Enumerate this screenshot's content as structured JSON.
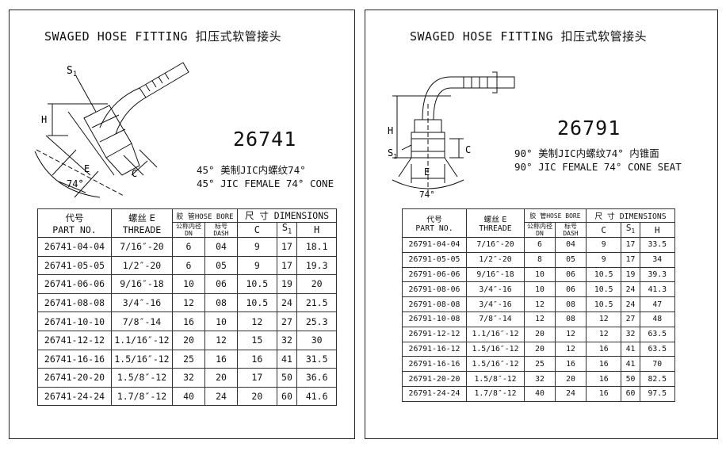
{
  "left": {
    "header": "SWAGED HOSE FITTING  扣压式软管接头",
    "code": "26741",
    "desc_cn": "45° 美制JIC内螺纹74°",
    "desc_en": "45° JIC FEMALE 74° CONE",
    "labels": {
      "s1": "S",
      "s1_sub": "1",
      "h": "H",
      "e": "E",
      "c": "C",
      "angle": "74°"
    },
    "columns": {
      "part_cn": "代号",
      "part_en": "PART NO.",
      "thread_cn": "螺丝 E",
      "thread_en": "THREADE",
      "bore": "胶 管HOSE BORE",
      "dn_cn": "公称内径",
      "dn_en": "DN",
      "dash_cn": "标号",
      "dash_en": "DASH",
      "dims": "尺 寸 DIMENSIONS",
      "c": "C",
      "s": "S",
      "s_sub": "1",
      "h": "H"
    },
    "rows": [
      [
        "26741-04-04",
        "7/16″-20",
        "6",
        "04",
        "9",
        "17",
        "18.1"
      ],
      [
        "26741-05-05",
        "1/2″-20",
        "6",
        "05",
        "9",
        "17",
        "19.3"
      ],
      [
        "26741-06-06",
        "9/16″-18",
        "10",
        "06",
        "10.5",
        "19",
        "20"
      ],
      [
        "26741-08-08",
        "3/4″-16",
        "12",
        "08",
        "10.5",
        "24",
        "21.5"
      ],
      [
        "26741-10-10",
        "7/8″-14",
        "16",
        "10",
        "12",
        "27",
        "25.3"
      ],
      [
        "26741-12-12",
        "1.1/16″-12",
        "20",
        "12",
        "15",
        "32",
        "30"
      ],
      [
        "26741-16-16",
        "1.5/16″-12",
        "25",
        "16",
        "16",
        "41",
        "31.5"
      ],
      [
        "26741-20-20",
        "1.5/8″-12",
        "32",
        "20",
        "17",
        "50",
        "36.6"
      ],
      [
        "26741-24-24",
        "1.7/8″-12",
        "40",
        "24",
        "20",
        "60",
        "41.6"
      ]
    ]
  },
  "right": {
    "header": "SWAGED HOSE FITTING  扣压式软管接头",
    "code": "26791",
    "desc_cn": "90° 美制JIC内螺纹74° 内锥面",
    "desc_en": "90° JIC FEMALE 74° CONE SEAT",
    "labels": {
      "s1": "S",
      "s1_sub": "1",
      "h": "H",
      "e": "E",
      "c": "C",
      "angle": "74°"
    },
    "columns": {
      "part_cn": "代号",
      "part_en": "PART NO.",
      "thread_cn": "螺丝 E",
      "thread_en": "THREADE",
      "bore": "胶 管HOSE BORE",
      "dn_cn": "公称内径",
      "dn_en": "DN",
      "dash_cn": "标号",
      "dash_en": "DASH",
      "dims": "尺 寸 DIMENSIONS",
      "c": "C",
      "s": "S",
      "s_sub": "1",
      "h": "H"
    },
    "rows": [
      [
        "26791-04-04",
        "7/16″-20",
        "6",
        "04",
        "9",
        "17",
        "33.5"
      ],
      [
        "26791-05-05",
        "1/2″-20",
        "8",
        "05",
        "9",
        "17",
        "34"
      ],
      [
        "26791-06-06",
        "9/16″-18",
        "10",
        "06",
        "10.5",
        "19",
        "39.3"
      ],
      [
        "26791-08-06",
        "3/4″-16",
        "10",
        "06",
        "10.5",
        "24",
        "41.3"
      ],
      [
        "26791-08-08",
        "3/4″-16",
        "12",
        "08",
        "10.5",
        "24",
        "47"
      ],
      [
        "26791-10-08",
        "7/8″-14",
        "12",
        "08",
        "12",
        "27",
        "48"
      ],
      [
        "26791-12-12",
        "1.1/16″-12",
        "20",
        "12",
        "12",
        "32",
        "63.5"
      ],
      [
        "26791-16-12",
        "1.5/16″-12",
        "20",
        "12",
        "16",
        "41",
        "63.5"
      ],
      [
        "26791-16-16",
        "1.5/16″-12",
        "25",
        "16",
        "16",
        "41",
        "70"
      ],
      [
        "26791-20-20",
        "1.5/8″-12",
        "32",
        "20",
        "16",
        "50",
        "82.5"
      ],
      [
        "26791-24-24",
        "1.7/8″-12",
        "40",
        "24",
        "16",
        "60",
        "97.5"
      ]
    ]
  }
}
